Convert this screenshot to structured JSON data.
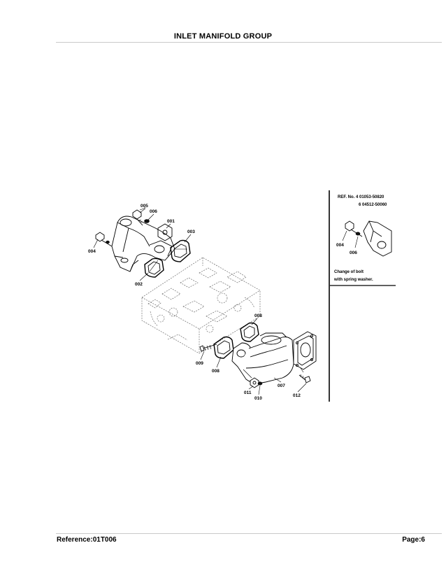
{
  "page_title": "INLET MANIFOLD GROUP",
  "footer": {
    "reference": "Reference:01T006",
    "page": "Page:6"
  },
  "callouts": {
    "c001": "001",
    "c002": "002",
    "c003": "003",
    "c004": "004",
    "c005": "005",
    "c006": "006",
    "c007": "007",
    "c008a": "008",
    "c008b": "008",
    "c009": "009",
    "c010": "010",
    "c011": "011",
    "c012": "012"
  },
  "inset": {
    "ref_line1": "REF. No. 4  01053-50820",
    "ref_line2": "6  04512-50060",
    "callout_004": "004",
    "callout_006": "006",
    "note_line1": "Change of bolt",
    "note_line2": "with spring washer."
  }
}
